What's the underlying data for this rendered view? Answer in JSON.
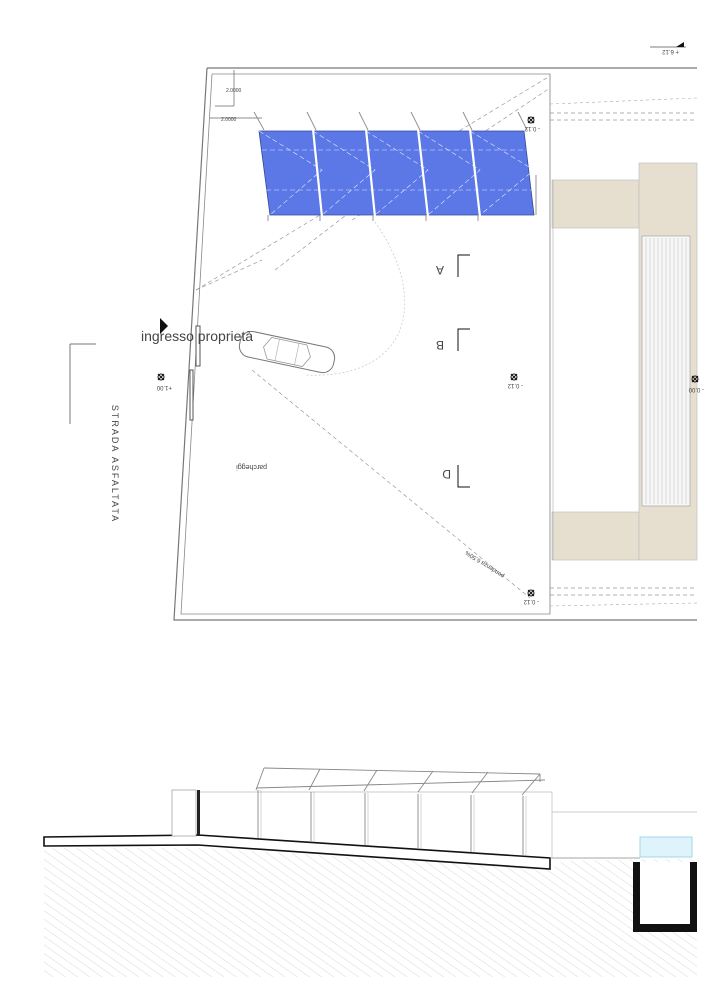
{
  "plan": {
    "level_top_right": "+ 6.12",
    "dim_1": "2.0000",
    "dim_2": "2.0000",
    "level_top": "- 0.12",
    "level_center": "- 0.12",
    "level_bottom": "- 0.12",
    "level_right": "- 0.00",
    "level_entrance": "+1.00",
    "section_a": "A",
    "section_b": "B",
    "section_d": "D",
    "entrance_label": "ingresso proprietà",
    "parking_label": "parcheggi",
    "slope_label": "pendenza 6.50%",
    "road_label": "STRADA  ASFALTATA"
  },
  "colors": {
    "solar_panel": "#5b78e6",
    "building_fill": "#e6dfcf",
    "pool_water": "#dff3fa",
    "line": "#666666"
  },
  "icons": [
    "level-marker-icon",
    "north-arrow-icon",
    "car-icon",
    "entrance-arrow-icon",
    "section-marker-icon"
  ]
}
